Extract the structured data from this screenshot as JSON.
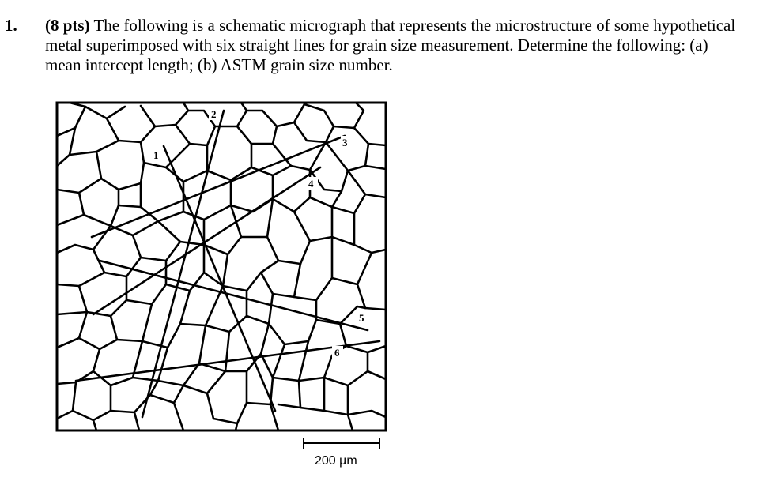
{
  "question": {
    "number": "1.",
    "points": "(8 pts)",
    "text": "The following is a schematic micrograph that represents the microstructure of some hypothetical metal superimposed with six straight lines for grain size measurement. Determine the following: (a) mean intercept length; (b) ASTM grain size number."
  },
  "figure": {
    "line_labels": [
      "1",
      "2",
      "3",
      "4",
      "5",
      "6"
    ],
    "scale_bar": "200 µm"
  }
}
